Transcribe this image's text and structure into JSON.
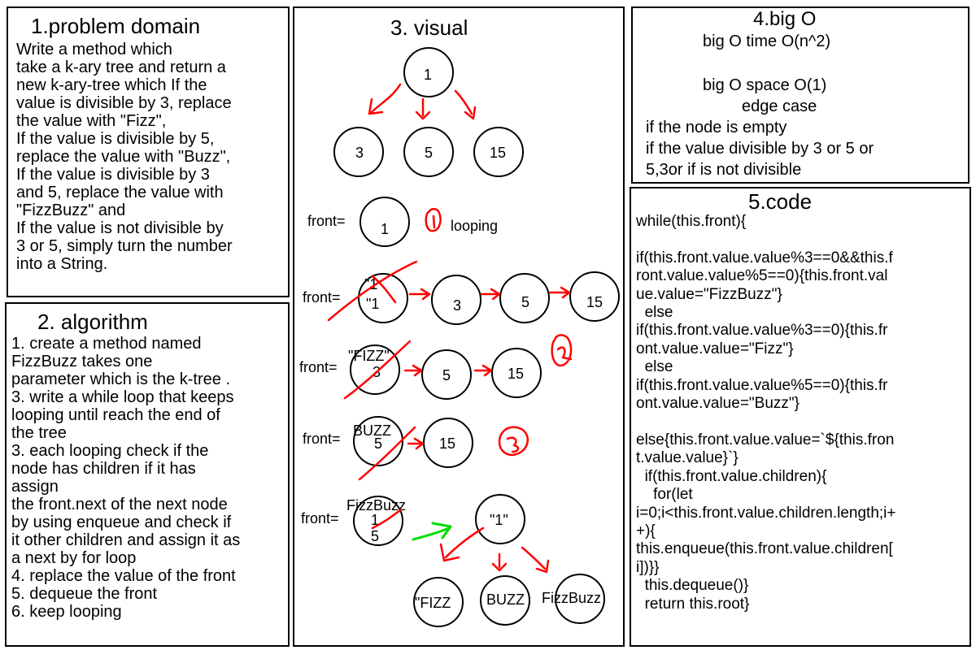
{
  "problem": {
    "title": "1.problem domain",
    "text": "Write a method which\ntake a k-ary tree and return a\nnew k-ary-tree which If the\nvalue is divisible by 3, replace\nthe value with \"Fizz\",\nIf the value is divisible by 5,\nreplace the value with \"Buzz\",\nIf the value is divisible by 3\nand 5, replace the value with\n\"FizzBuzz\" and\nIf the value is not divisible by\n3 or 5, simply turn the number\ninto a String."
  },
  "algorithm": {
    "title": "2. algorithm",
    "text": "1. create a method named\nFizzBuzz takes one\nparameter which is the k-tree .\n3. write a while loop that keeps\nlooping until reach the end of\nthe tree\n3. each looping check if the\nnode has children if it has\nassign\nthe front.next of the next node\nby using enqueue and check if\nit other children and assign it as\na next by for loop\n4. replace the value of the front\n5. dequeue the front\n6. keep looping"
  },
  "visual": {
    "title": "3. visual",
    "tree": {
      "root": "1",
      "children": [
        "3",
        "5",
        "15"
      ]
    },
    "front_label": "front=",
    "looping_label": "looping",
    "step1": {
      "front": "1"
    },
    "step2": {
      "front_old": "\"1",
      "front_new": "\"1",
      "queue": [
        "3",
        "5",
        "15"
      ]
    },
    "step3": {
      "front_old": "3",
      "front_new": "\"FIZZ\"",
      "queue": [
        "5",
        "15"
      ]
    },
    "step4": {
      "front_old": "5",
      "front_new": "BUZZ",
      "queue": [
        "15"
      ]
    },
    "step5": {
      "front_old_1": "1",
      "front_old_2": "5",
      "front_new": "FizzBuzz"
    },
    "result": {
      "root": "\"1\"",
      "children": [
        "\"FIZZ",
        "BUZZ",
        "FizzBuzz"
      ]
    },
    "colors": {
      "annotation": "#ff0000",
      "arrow_green": "#00dd00"
    }
  },
  "bigo": {
    "title": "4.big O",
    "time": "big O time O(n^2)",
    "space": "big O space O(1)",
    "edge_title": "edge case",
    "edge_text": "if the node is empty\nif the value divisible by 3 or 5 or\n5,3or if is not divisible"
  },
  "code": {
    "title": "5.code",
    "text": "while(this.front){\n\nif(this.front.value.value%3==0&&this.f\nront.value.value%5==0){this.front.val\nue.value=\"FizzBuzz\"}\n  else\nif(this.front.value.value%3==0){this.fr\nont.value.value=\"Fizz\"}\n  else\nif(this.front.value.value%5==0){this.fr\nont.value.value=\"Buzz\"}\n\nelse{this.front.value.value=`${this.fron\nt.value.value}`}\n  if(this.front.value.children){\n    for(let\ni=0;i<this.front.value.children.length;i+\n+){\nthis.enqueue(this.front.value.children[\ni])}}\n  this.dequeue()}\n  return this.root}"
  }
}
